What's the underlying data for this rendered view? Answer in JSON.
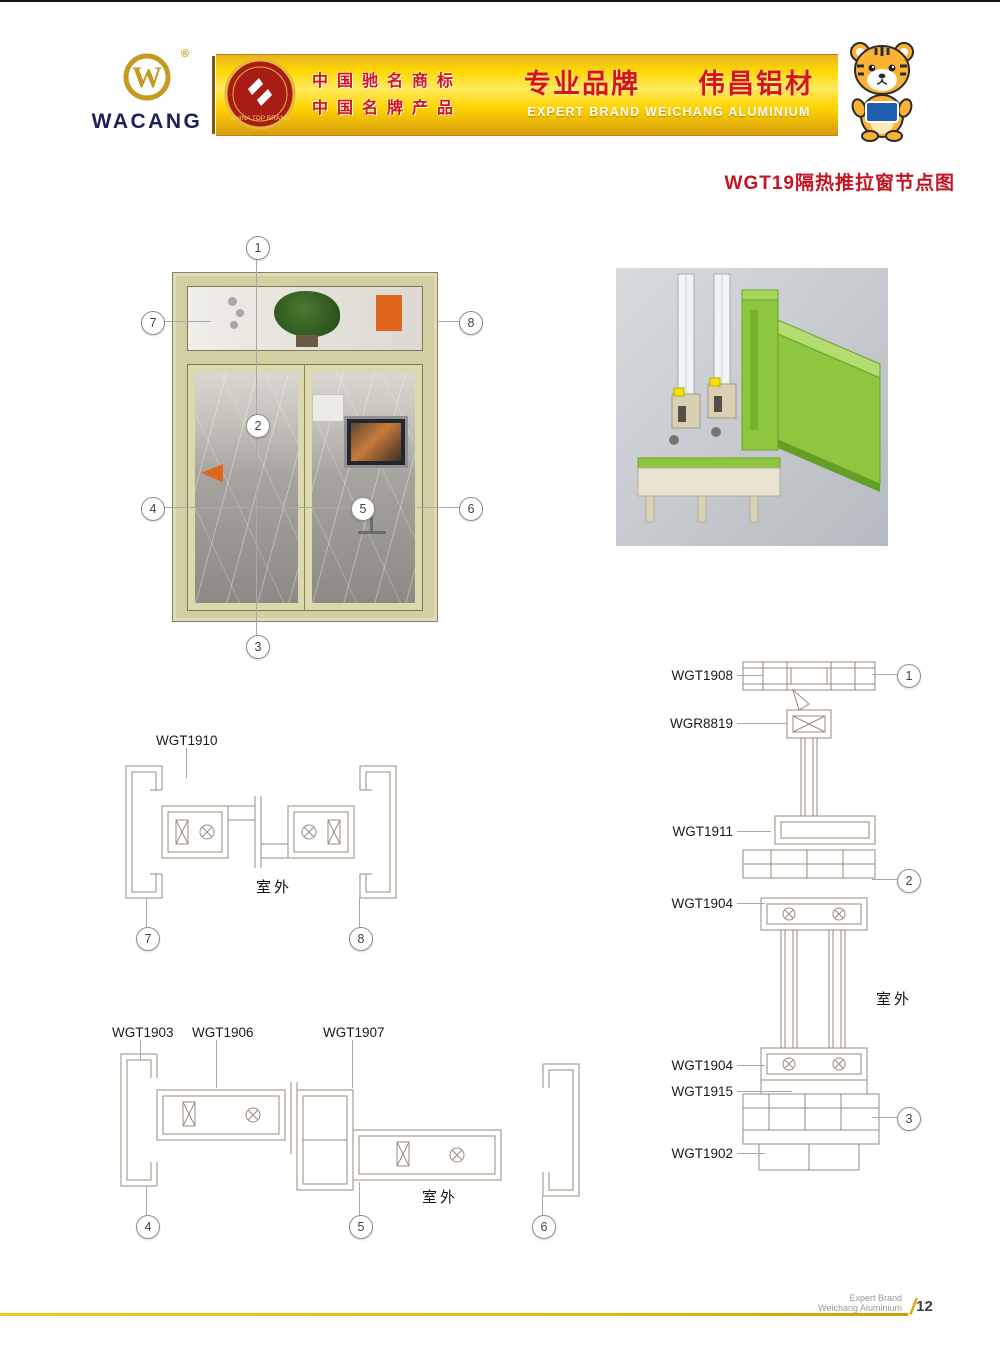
{
  "header": {
    "brand_name": "WACANG",
    "registered_mark": "®",
    "badge": {
      "ring_text": "CHINA TOP BRAND"
    },
    "honor_line1": "中国驰名商标",
    "honor_line2": "中国名牌产品",
    "slogan_cn": "专业品牌　　伟昌铝材",
    "slogan_en": "EXPERT BRAND WEICHANG ALUMINIUM"
  },
  "page_title": "WGT19隔热推拉窗节点图",
  "elevation": {
    "callouts": [
      "1",
      "2",
      "3",
      "4",
      "5",
      "6",
      "7",
      "8"
    ]
  },
  "section_a": {
    "label": "WGT1910",
    "outdoor_label": "室外",
    "callouts": [
      "7",
      "8"
    ]
  },
  "section_b": {
    "labels": [
      "WGT1903",
      "WGT1906",
      "WGT1907"
    ],
    "outdoor_label": "室外",
    "callouts": [
      "4",
      "5",
      "6"
    ]
  },
  "section_c": {
    "labels": [
      "WGT1908",
      "WGR8819",
      "WGT1911",
      "WGT1904",
      "WGT1904",
      "WGT1915",
      "WGT1902"
    ],
    "outdoor_label": "室外",
    "callouts": [
      "1",
      "2",
      "3"
    ]
  },
  "footer": {
    "en_line1": "Expert Brand",
    "en_line2": "Weichang Aluminium",
    "page_slash": "/",
    "page_number": "12"
  },
  "colors": {
    "banner_gold": "#ffd800",
    "accent_red": "#d61518",
    "profile_green": "#8dc63f",
    "frame_khaki": "#d2cfa2"
  }
}
